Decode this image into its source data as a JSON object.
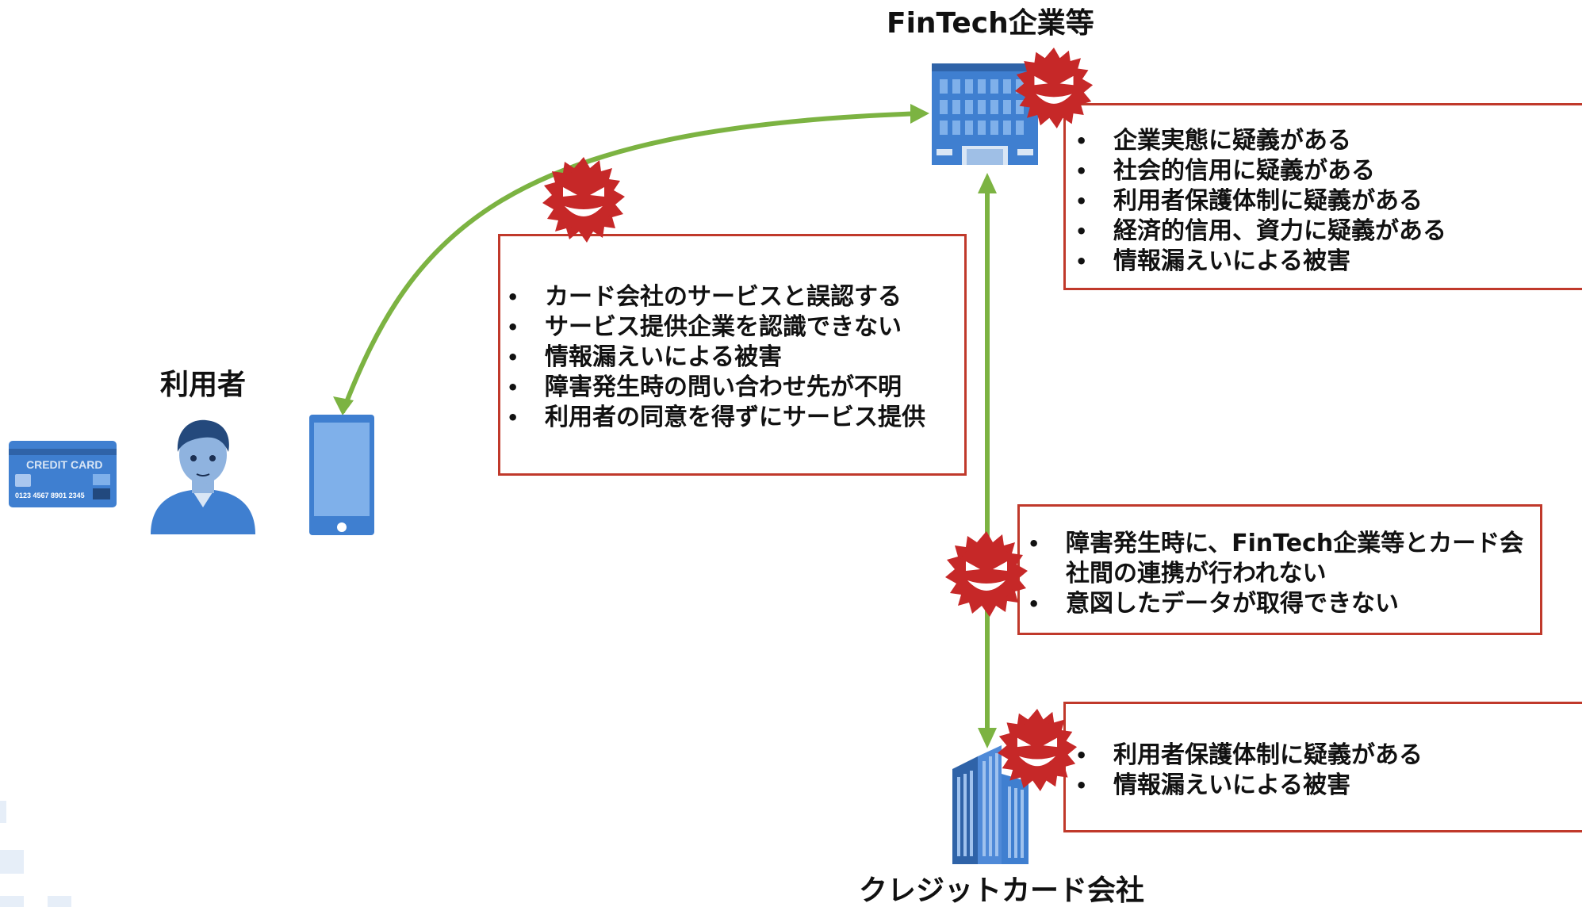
{
  "colors": {
    "arrow": "#7cb342",
    "risk_border": "#c0392b",
    "virus": "#c62828",
    "icon_blue": "#3f7fd0"
  },
  "labels": {
    "fintech": "FinTech企業等",
    "user": "利用者",
    "card_company": "クレジットカード会社",
    "credit_card_text": "CREDIT CARD",
    "credit_card_number": "0123 4567 8901 2345"
  },
  "icons": {
    "fintech_building": "office-building-icon",
    "card_company_building": "skyscraper-icon",
    "user": "person-icon",
    "smartphone": "smartphone-icon",
    "credit_card": "credit-card-icon",
    "threat": "virus-icon"
  },
  "risks": {
    "user_fintech": [
      "カード会社のサービスと誤認する",
      "サービス提供企業を認識できない",
      "情報漏えいによる被害",
      "障害発生時の問い合わせ先が不明",
      "利用者の同意を得ずにサービス提供"
    ],
    "fintech": [
      "企業実態に疑義がある",
      "社会的信用に疑義がある",
      "利用者保護体制に疑義がある",
      "経済的信用、資力に疑義がある",
      "情報漏えいによる被害"
    ],
    "connection": [
      "障害発生時に、FinTech企業等とカード会社間の連携が行われない",
      "意図したデータが取得できない"
    ],
    "card_company": [
      "利用者保護体制に疑義がある",
      "情報漏えいによる被害"
    ]
  }
}
